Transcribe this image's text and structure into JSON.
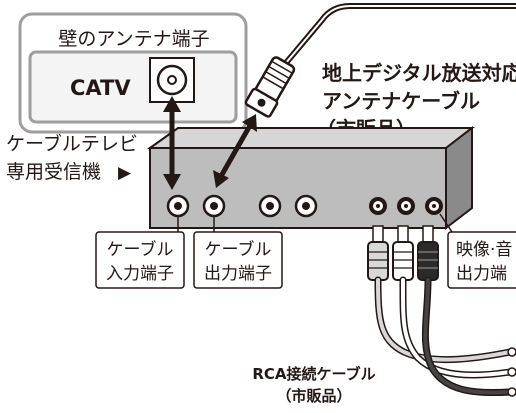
{
  "wall_panel": {
    "title": "壁のアンテナ端子",
    "catv_label": "CATV"
  },
  "antenna_cable_label": {
    "line1": "地上デジタル放送対応",
    "line2": "アンテナケーブル",
    "line3": "（市販品）"
  },
  "receiver_label": {
    "line1": "ケーブルテレビ",
    "line2": "専用受信機",
    "pointer": "▶"
  },
  "port_labels": [
    {
      "line1": "ケーブル",
      "line2": "入力端子"
    },
    {
      "line1": "ケーブル",
      "line2": "出力端子"
    },
    {
      "line1": "映像·音",
      "line2": "出力端"
    }
  ],
  "rca_label": {
    "line1": "RCA接続ケーブル",
    "line2": "（市販品）"
  },
  "colors": {
    "ink": "#231815",
    "gray_box": "#9e9e9e",
    "panel_fill": "#f4f4f4",
    "receiver_fill": "#bdbdbd",
    "receiver_dark": "#8a8a8a",
    "rca_red": "#d8d8d8",
    "rca_white": "#ffffff",
    "rca_black": "#2a2a2a"
  }
}
